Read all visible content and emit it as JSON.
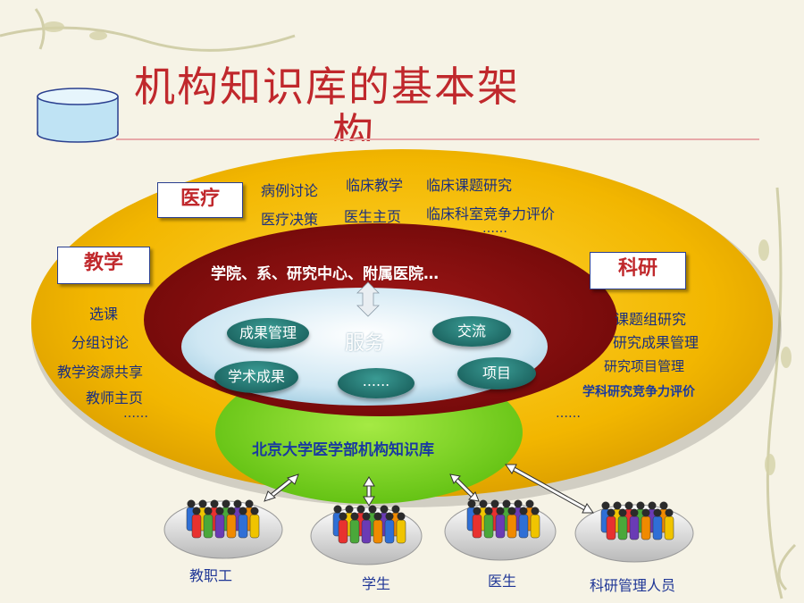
{
  "title": {
    "line1": "机构知识库的基本架",
    "line2": "构"
  },
  "sections": {
    "medical": {
      "label": "医疗",
      "items": [
        "病例讨论",
        "临床教学",
        "临床课题研究",
        "医疗决策",
        "医生主页",
        "临床科室竞争力评价",
        "……"
      ]
    },
    "teaching": {
      "label": "教学",
      "items": [
        "选课",
        "分组讨论",
        "教学资源共享",
        "教师主页",
        "……"
      ]
    },
    "research": {
      "label": "科研",
      "items": [
        "课题组研究",
        "研究成果管理",
        "研究项目管理",
        "学科研究竞争力评价",
        "……"
      ]
    }
  },
  "inner": {
    "institutions": "学院、系、研究中心、附属医院…",
    "service": "服务",
    "pills": [
      "成果管理",
      "交流",
      "学术成果",
      "......",
      "项目"
    ],
    "repository": "北京大学医学部机构知识库"
  },
  "users": [
    "教职工",
    "学生",
    "医生",
    "科研管理人员"
  ],
  "colors": {
    "title": "#c0282c",
    "outer_ellipse": "#f0b400",
    "middle_ellipse": "#8b1010",
    "inner_ellipse": "#d8ecf6",
    "repository_green": "#7ed321",
    "text_blue": "#1a2f80"
  }
}
